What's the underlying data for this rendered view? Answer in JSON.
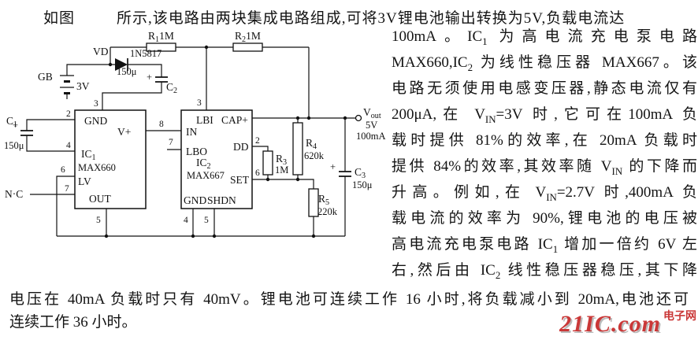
{
  "intro": {
    "prefix": "如图",
    "rest": "所示,该电路由两块集成电路组成,可将3V锂电池输出转换为5V,负载电流达"
  },
  "right_paragraph": {
    "lines": [
      [
        {
          "t": "100mA。IC"
        },
        {
          "t": "1",
          "sub": true
        },
        {
          "t": " 为高电流充电泵电路"
        }
      ],
      [
        {
          "t": "MAX660,IC"
        },
        {
          "t": "2",
          "sub": true
        },
        {
          "t": " 为线性稳压器 MAX667。该"
        }
      ],
      [
        {
          "t": "电路无须使用电感变压器,静态电流仅有"
        }
      ],
      [
        {
          "t": "200μA,在 V"
        },
        {
          "t": "IN",
          "sub": true
        },
        {
          "t": "=3V 时,它可在100mA 负"
        }
      ],
      [
        {
          "t": "载时提供 81%的效率,在 20mA 负载时"
        }
      ],
      [
        {
          "t": "提供 84%的效率,其效率随 V"
        },
        {
          "t": "IN",
          "sub": true
        },
        {
          "t": " 的下降而"
        }
      ],
      [
        {
          "t": "升高。例如,在 V"
        },
        {
          "t": "IN",
          "sub": true
        },
        {
          "t": "=2.7V 时,400mA 负"
        }
      ],
      [
        {
          "t": "载电流的效率为 90%,锂电池的电压被"
        }
      ],
      [
        {
          "t": "高电流充电泵电路 IC"
        },
        {
          "t": "1",
          "sub": true
        },
        {
          "t": " 增加一倍约 6V 左"
        }
      ],
      [
        {
          "t": "右,然后由 IC"
        },
        {
          "t": "2",
          "sub": true
        },
        {
          "t": " 线性稳压器稳压,其下降"
        }
      ]
    ]
  },
  "bottom_paragraph": {
    "line1": "电压在 40mA 负载时只有 40mV。锂电池可连续工作 16 小时,将负载减小到 20mA,电池还可",
    "line2": "连续工作 36 小时。"
  },
  "watermark": {
    "main": "21IC.com",
    "side": "电子网",
    "accent_color": "#c62828",
    "shadow_color": "#b5b5b5"
  },
  "circuit": {
    "battery": {
      "designator": "GB",
      "voltage": "3V"
    },
    "diode": {
      "designator": "VD",
      "part": "1N5817"
    },
    "nc_label": "N·C",
    "resistors": {
      "r1": [
        {
          "t": "R"
        },
        {
          "t": "1",
          "sub": true
        },
        {
          "t": "1M"
        }
      ],
      "r2": [
        {
          "t": "R"
        },
        {
          "t": "2",
          "sub": true
        },
        {
          "t": "1M"
        }
      ],
      "r3_name": [
        {
          "t": "R"
        },
        {
          "t": "3",
          "sub": true
        }
      ],
      "r3_value": "1M",
      "r4_name": [
        {
          "t": "R"
        },
        {
          "t": "4",
          "sub": true
        }
      ],
      "r4_value": "620k",
      "r5_name": [
        {
          "t": "R"
        },
        {
          "t": "5",
          "sub": true
        }
      ],
      "r5_value": "220k"
    },
    "capacitors": {
      "plus": "+",
      "c1_name": [
        {
          "t": "C"
        },
        {
          "t": "1",
          "sub": true
        }
      ],
      "c1_value": "150μ",
      "c2_name": [
        {
          "t": "C"
        },
        {
          "t": "2",
          "sub": true
        }
      ],
      "c2_value": "150μ",
      "c3_name": [
        {
          "t": "C"
        },
        {
          "t": "3",
          "sub": true
        }
      ],
      "c3_value": "150μ"
    },
    "ic1": {
      "name": [
        {
          "t": "IC"
        },
        {
          "t": "1",
          "sub": true
        }
      ],
      "part": "MAX660",
      "pin_gnd": "GND",
      "pin_vplus": "V+",
      "pin_lv": "LV",
      "pin_out": "OUT",
      "num_gnd": "3",
      "num_vplus": "8",
      "num_lv": "6",
      "num_out": "5",
      "num_cap_top": "2",
      "num_cap_bot": "4",
      "num_nc": "7"
    },
    "ic2": {
      "name": [
        {
          "t": "IC"
        },
        {
          "t": "2",
          "sub": true
        }
      ],
      "part": "MAX667",
      "pin_lbi": "LBI",
      "pin_cap": "CAP+",
      "pin_in": "IN",
      "pin_lbo": "LBO",
      "pin_dd": "DD",
      "pin_set": "SET",
      "pin_gnd": "GND",
      "pin_shdn": "SHDN",
      "num_lbi": "3",
      "num_lbo": "7",
      "num_dd": "2",
      "num_set": "6",
      "num_gnd": "4",
      "num_shdn": "5"
    },
    "output": {
      "name": [
        {
          "t": "V"
        },
        {
          "t": "out",
          "sub": true
        }
      ],
      "voltage": "5V",
      "current": "100mA"
    }
  }
}
